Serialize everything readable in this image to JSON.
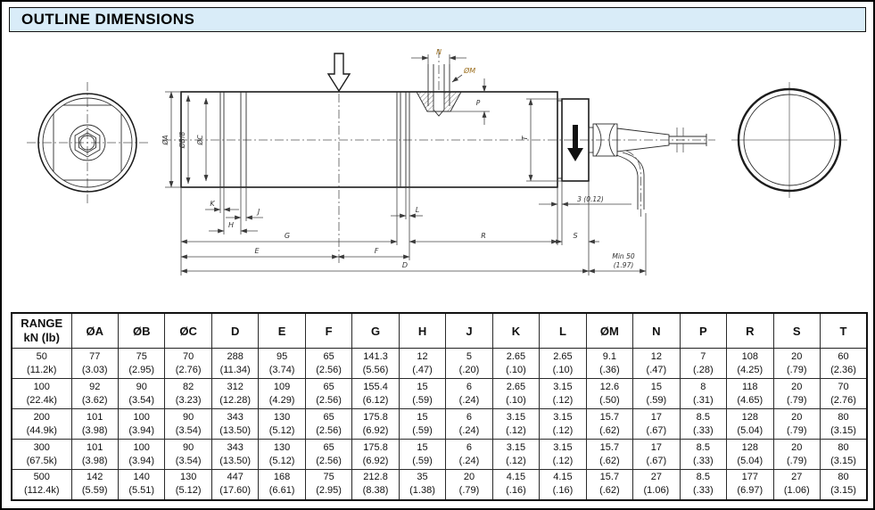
{
  "title_bar": {
    "title": "OUTLINE DIMENSIONS"
  },
  "colors": {
    "title_bg": "#d9ecf8",
    "page_border": "#000000",
    "line": "#1c1c1c",
    "dim_label": "#333333",
    "accent_label": "#9c6f1f"
  },
  "drawing": {
    "dim_labels": {
      "dia_a": "ØA",
      "dia_b": "ØBf8",
      "dia_c": "ØC",
      "k": "K",
      "j": "J",
      "h": "H",
      "g": "G",
      "e": "E",
      "f": "F",
      "d": "D",
      "l": "L",
      "r": "R",
      "s": "S",
      "t": "T",
      "n": "N",
      "dia_m": "ØM",
      "p": "P",
      "gap": "3 (0.12)",
      "min_bend_line1": "Min 50",
      "min_bend_line2": "(1.97)"
    }
  },
  "table": {
    "header": {
      "range_line1": "RANGE",
      "range_line2": "kN (lb)",
      "columns": [
        "ØA",
        "ØB",
        "ØC",
        "D",
        "E",
        "F",
        "G",
        "H",
        "J",
        "K",
        "L",
        "ØM",
        "N",
        "P",
        "R",
        "S",
        "T"
      ]
    },
    "rows": [
      {
        "cells": [
          [
            "50",
            "(11.2k)"
          ],
          [
            "77",
            "(3.03)"
          ],
          [
            "75",
            "(2.95)"
          ],
          [
            "70",
            "(2.76)"
          ],
          [
            "288",
            "(11.34)"
          ],
          [
            "95",
            "(3.74)"
          ],
          [
            "65",
            "(2.56)"
          ],
          [
            "141.3",
            "(5.56)"
          ],
          [
            "12",
            "(.47)"
          ],
          [
            "5",
            "(.20)"
          ],
          [
            "2.65",
            "(.10)"
          ],
          [
            "2.65",
            "(.10)"
          ],
          [
            "9.1",
            "(.36)"
          ],
          [
            "12",
            "(.47)"
          ],
          [
            "7",
            "(.28)"
          ],
          [
            "108",
            "(4.25)"
          ],
          [
            "20",
            "(.79)"
          ],
          [
            "60",
            "(2.36)"
          ]
        ]
      },
      {
        "cells": [
          [
            "100",
            "(22.4k)"
          ],
          [
            "92",
            "(3.62)"
          ],
          [
            "90",
            "(3.54)"
          ],
          [
            "82",
            "(3.23)"
          ],
          [
            "312",
            "(12.28)"
          ],
          [
            "109",
            "(4.29)"
          ],
          [
            "65",
            "(2.56)"
          ],
          [
            "155.4",
            "(6.12)"
          ],
          [
            "15",
            "(.59)"
          ],
          [
            "6",
            "(.24)"
          ],
          [
            "2.65",
            "(.10)"
          ],
          [
            "3.15",
            "(.12)"
          ],
          [
            "12.6",
            "(.50)"
          ],
          [
            "15",
            "(.59)"
          ],
          [
            "8",
            "(.31)"
          ],
          [
            "118",
            "(4.65)"
          ],
          [
            "20",
            "(.79)"
          ],
          [
            "70",
            "(2.76)"
          ]
        ]
      },
      {
        "cells": [
          [
            "200",
            "(44.9k)"
          ],
          [
            "101",
            "(3.98)"
          ],
          [
            "100",
            "(3.94)"
          ],
          [
            "90",
            "(3.54)"
          ],
          [
            "343",
            "(13.50)"
          ],
          [
            "130",
            "(5.12)"
          ],
          [
            "65",
            "(2.56)"
          ],
          [
            "175.8",
            "(6.92)"
          ],
          [
            "15",
            "(.59)"
          ],
          [
            "6",
            "(.24)"
          ],
          [
            "3.15",
            "(.12)"
          ],
          [
            "3.15",
            "(.12)"
          ],
          [
            "15.7",
            "(.62)"
          ],
          [
            "17",
            "(.67)"
          ],
          [
            "8.5",
            "(.33)"
          ],
          [
            "128",
            "(5.04)"
          ],
          [
            "20",
            "(.79)"
          ],
          [
            "80",
            "(3.15)"
          ]
        ]
      },
      {
        "cells": [
          [
            "300",
            "(67.5k)"
          ],
          [
            "101",
            "(3.98)"
          ],
          [
            "100",
            "(3.94)"
          ],
          [
            "90",
            "(3.54)"
          ],
          [
            "343",
            "(13.50)"
          ],
          [
            "130",
            "(5.12)"
          ],
          [
            "65",
            "(2.56)"
          ],
          [
            "175.8",
            "(6.92)"
          ],
          [
            "15",
            "(.59)"
          ],
          [
            "6",
            "(.24)"
          ],
          [
            "3.15",
            "(.12)"
          ],
          [
            "3.15",
            "(.12)"
          ],
          [
            "15.7",
            "(.62)"
          ],
          [
            "17",
            "(.67)"
          ],
          [
            "8.5",
            "(.33)"
          ],
          [
            "128",
            "(5.04)"
          ],
          [
            "20",
            "(.79)"
          ],
          [
            "80",
            "(3.15)"
          ]
        ]
      },
      {
        "cells": [
          [
            "500",
            "(112.4k)"
          ],
          [
            "142",
            "(5.59)"
          ],
          [
            "140",
            "(5.51)"
          ],
          [
            "130",
            "(5.12)"
          ],
          [
            "447",
            "(17.60)"
          ],
          [
            "168",
            "(6.61)"
          ],
          [
            "75",
            "(2.95)"
          ],
          [
            "212.8",
            "(8.38)"
          ],
          [
            "35",
            "(1.38)"
          ],
          [
            "20",
            "(.79)"
          ],
          [
            "4.15",
            "(.16)"
          ],
          [
            "4.15",
            "(.16)"
          ],
          [
            "15.7",
            "(.62)"
          ],
          [
            "27",
            "(1.06)"
          ],
          [
            "8.5",
            "(.33)"
          ],
          [
            "177",
            "(6.97)"
          ],
          [
            "27",
            "(1.06)"
          ],
          [
            "80",
            "(3.15)"
          ]
        ]
      }
    ]
  }
}
